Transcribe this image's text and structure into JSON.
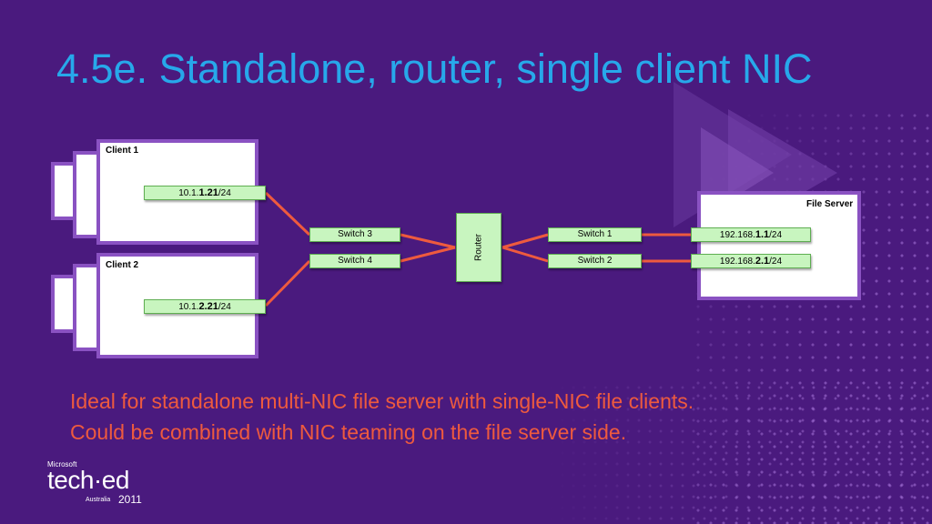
{
  "slide": {
    "title": "4.5e. Standalone, router, single client NIC",
    "caption_lines": [
      "Ideal for standalone multi-NIC file server with single-NIC file clients.",
      "Could be combined with NIC teaming on the file server side."
    ]
  },
  "diagram": {
    "client1": {
      "label": "Client 1",
      "ip_prefix": "10.1.",
      "ip_bold": "1.21",
      "ip_suffix": "/24"
    },
    "client2": {
      "label": "Client 2",
      "ip_prefix": "10.1.",
      "ip_bold": "2.21",
      "ip_suffix": "/24"
    },
    "switches": {
      "switch3": "Switch 3",
      "switch4": "Switch 4",
      "switch1": "Switch 1",
      "switch2": "Switch 2"
    },
    "router": "Router",
    "file_server": {
      "label": "File Server",
      "nic1_prefix": "192.168.",
      "nic1_bold": "1.1",
      "nic1_suffix": "/24",
      "nic2_prefix": "192.168.",
      "nic2_bold": "2.1",
      "nic2_suffix": "/24"
    }
  },
  "logo": {
    "vendor": "Microsoft",
    "event": "tech·ed",
    "region": "Australia",
    "year": "2011"
  },
  "colors": {
    "background": "#4a1a7e",
    "title": "#27a8ea",
    "caption": "#ee5a3e",
    "wire": "#ee5a3e",
    "panel_border": "#8a52c2",
    "device_fill": "#c8f5bf"
  }
}
